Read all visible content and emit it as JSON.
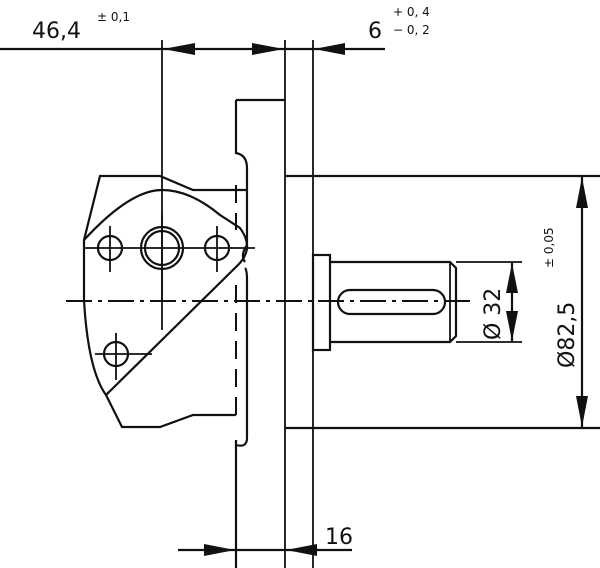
{
  "drawing": {
    "dimensions": {
      "flange_offset": {
        "value": "46,4",
        "tolerance": "± 0,1"
      },
      "flange_thickness": {
        "value": "6",
        "tolerance_upper": "+ 0, 4",
        "tolerance_lower": "− 0, 2"
      },
      "shaft_diameter": {
        "value": "Ø 32"
      },
      "pilot_diameter": {
        "value": "Ø82,5",
        "tolerance": "± 0,05"
      },
      "plate_width": {
        "value": "16"
      }
    }
  }
}
